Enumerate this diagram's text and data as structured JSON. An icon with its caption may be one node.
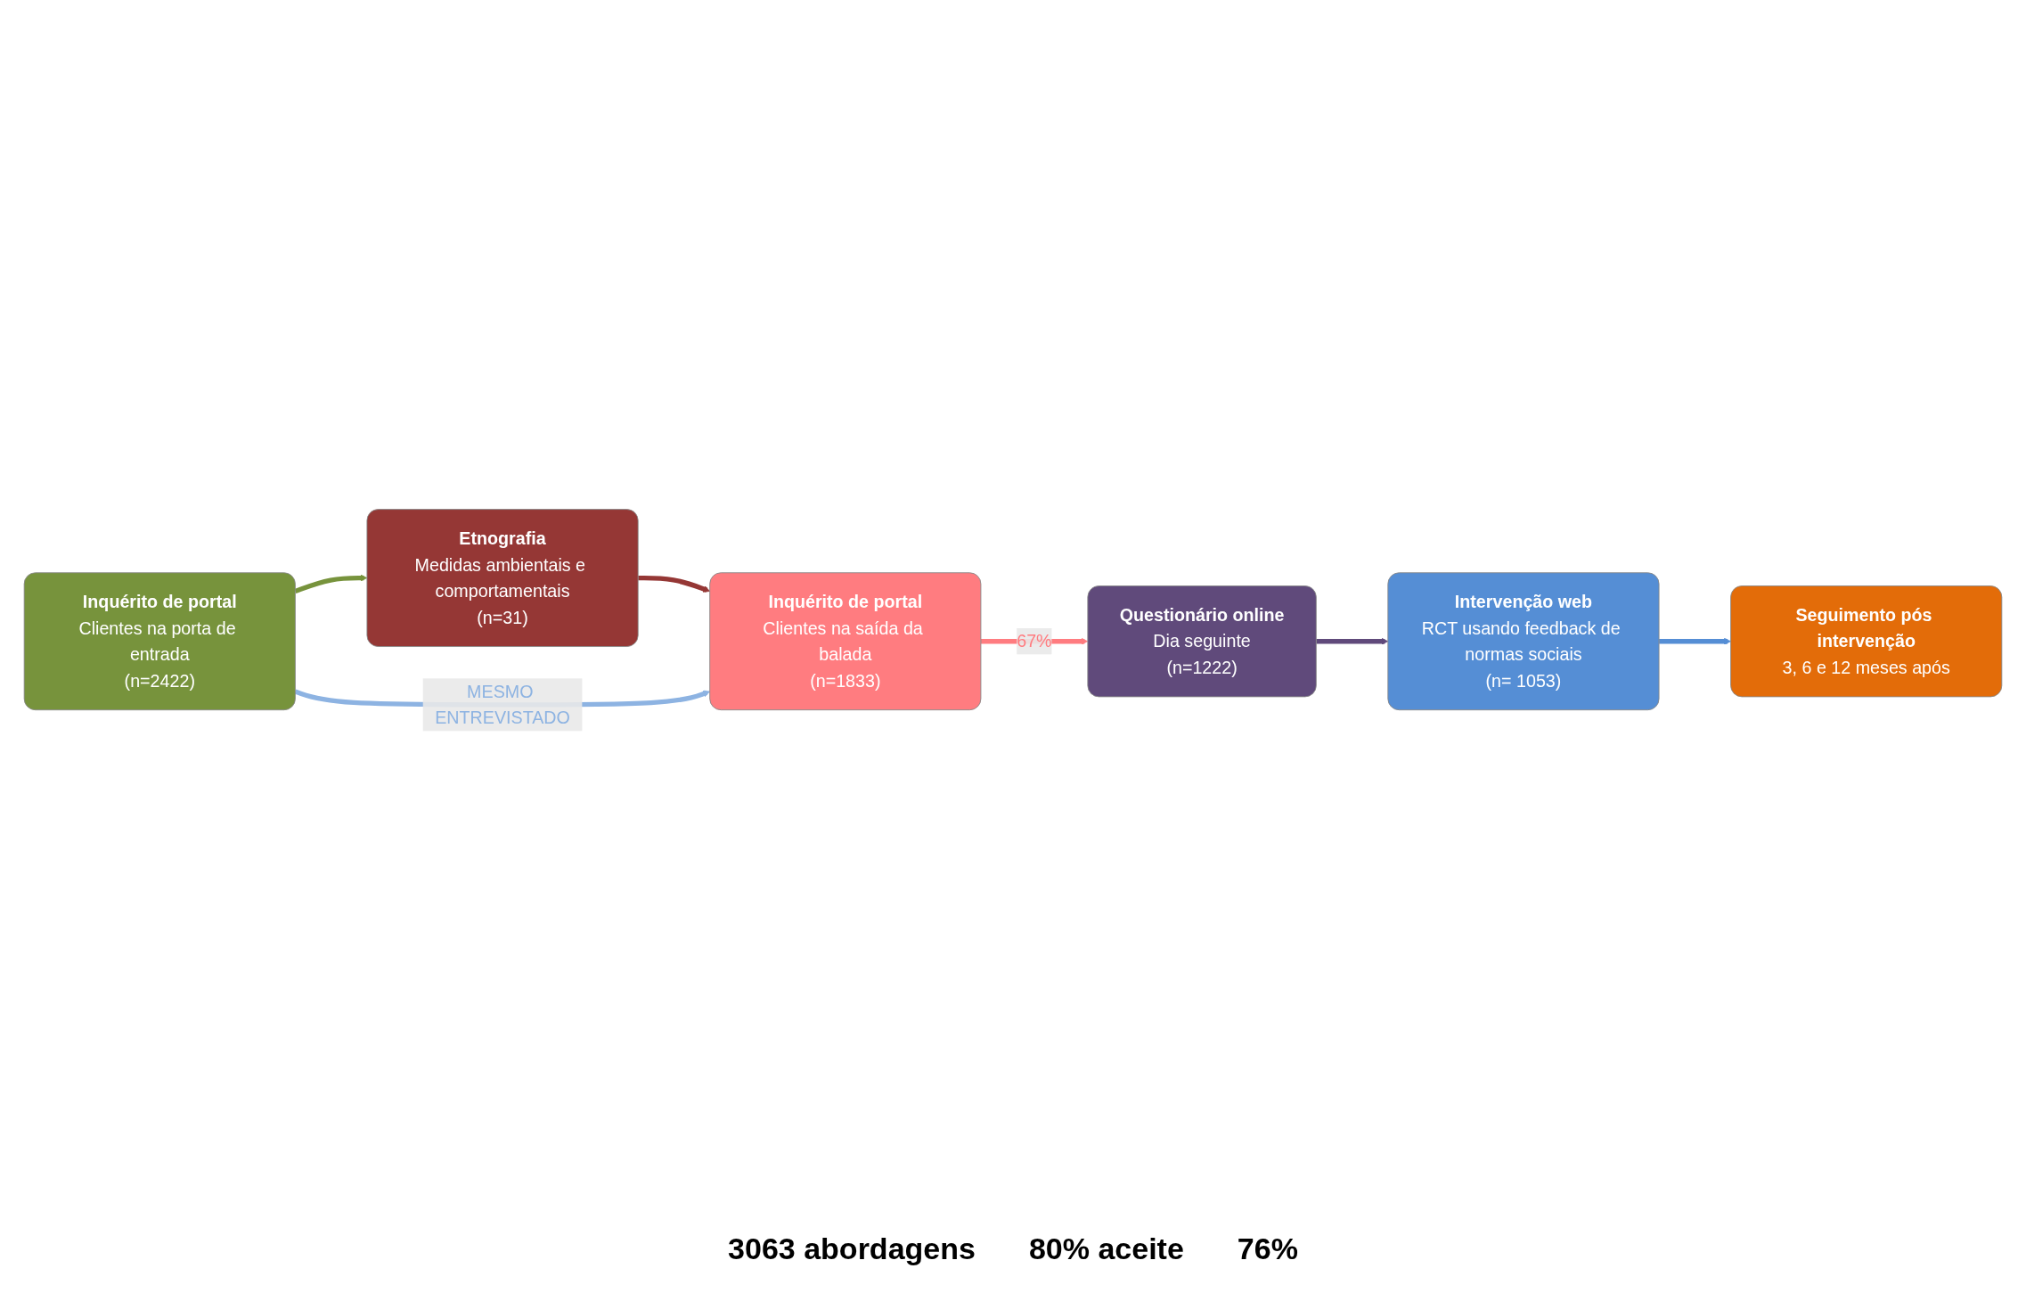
{
  "diagram": {
    "nodes": [
      {
        "text": [
          "Inquérito de portal",
          "Clientes na porta de entrada",
          "(n=2422)"
        ],
        "beside": [
          "3063 abordagens",
          "80% aceite"
        ]
      },
      {
        "text": [
          "Etnografia",
          "Medidas ambientais e comportamentais",
          "(n=31)"
        ]
      },
      {
        "text": [
          "Inquérito de portal",
          "Clientes na saída da balada",
          "(n=1833)"
        ]
      },
      {
        "text": [
          "Questionário online",
          "Dia seguinte",
          "(n=1222)"
        ]
      },
      {
        "text": [
          "Intervenção web",
          "RCT usando feedback de normas sociais",
          "(n= 1053)"
        ]
      },
      {
        "text": [
          "Seguimento pós intervenção",
          "3, 6 e 12 meses após"
        ]
      }
    ],
    "edges": [
      {
        "from": 0,
        "to": 1,
        "arrow": "to",
        "color": "#77933c"
      },
      {
        "from": 1,
        "to": 2,
        "arrow": "to",
        "color": "#953735"
      },
      {
        "from": 0,
        "to": 2,
        "arrow": "to",
        "label": "MESMO ENTREVISTADO",
        "color": "#8db3e2"
      },
      {
        "from": 2,
        "to": 3,
        "arrow": "to",
        "label": "67%",
        "color": "#ff7c80"
      },
      {
        "from": 3,
        "to": 4,
        "arrow": "to",
        "color": "#604a7b"
      },
      {
        "from": 4,
        "to": 5,
        "arrow": "to",
        "color": "#558ed5"
      }
    ],
    "labels": [
      "76%"
    ]
  }
}
